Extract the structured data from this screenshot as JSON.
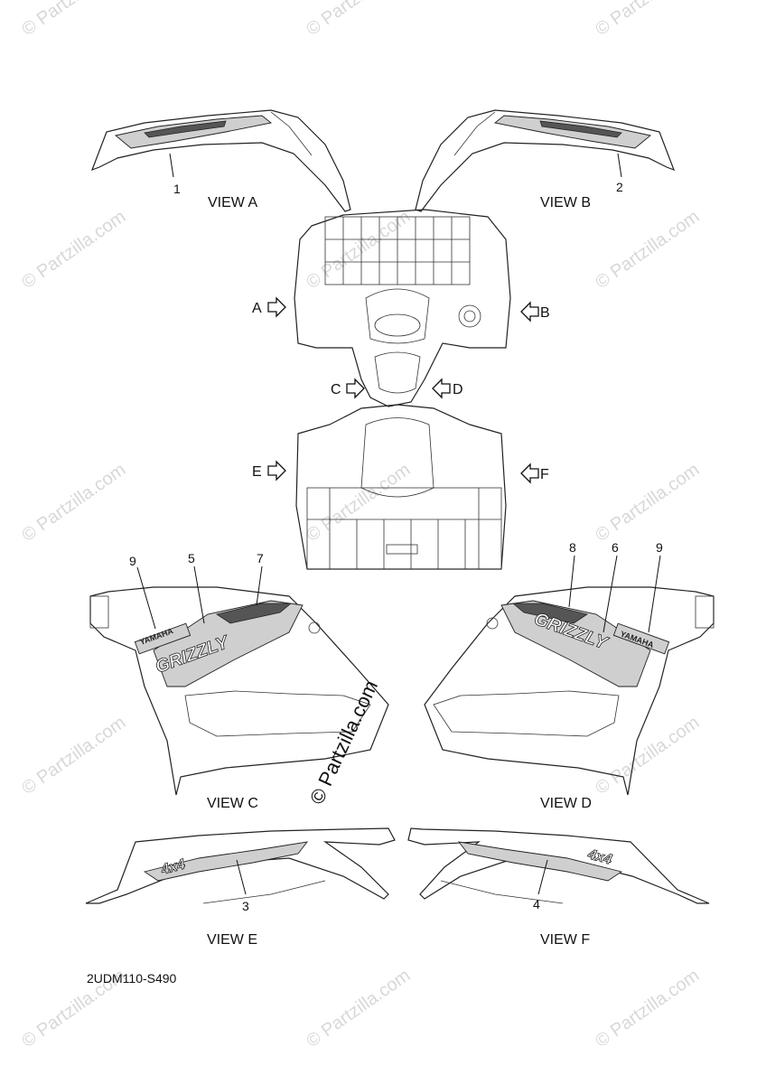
{
  "views": {
    "a": "VIEW A",
    "b": "VIEW B",
    "c": "VIEW C",
    "d": "VIEW D",
    "e": "VIEW E",
    "f": "VIEW F"
  },
  "direction_letters": [
    "A",
    "B",
    "C",
    "D",
    "E",
    "F"
  ],
  "callouts": [
    "1",
    "2",
    "3",
    "4",
    "5",
    "6",
    "7",
    "8",
    "9",
    "9"
  ],
  "diagram_code": "2UDM110-S490",
  "watermark": "© Partzilla.com",
  "decal_text": {
    "grizzly": "GRIZZLY",
    "yamaha": "YAMAHA",
    "four_by_four": "4x4"
  }
}
